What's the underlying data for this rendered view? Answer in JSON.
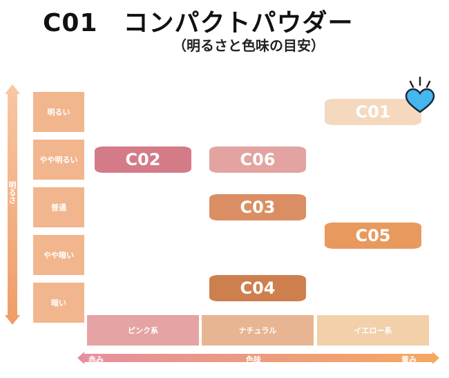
{
  "header": {
    "title": "C01　コンパクトパウダー",
    "subtitle": "（明るさと色味の目安）"
  },
  "chart_data": {
    "type": "table",
    "y_axis_label": "明るさ",
    "brightness_levels": [
      "明るい",
      "やや明るい",
      "普通",
      "やや暗い",
      "暗い"
    ],
    "color_tones": [
      "ピンク系",
      "ナチュラル",
      "イエロー系"
    ],
    "x_axis": {
      "left": "赤み",
      "center": "色味",
      "right": "黄み"
    },
    "products": [
      {
        "code": "C01",
        "brightness": 1.0,
        "tone": "イエロー系",
        "color": "#f4d9bf",
        "highlighted": true
      },
      {
        "code": "C02",
        "brightness": 2.0,
        "tone": "ピンク系",
        "color": "#d37b86"
      },
      {
        "code": "C06",
        "brightness": 2.0,
        "tone": "ナチュラル",
        "color": "#e3a3a0"
      },
      {
        "code": "C03",
        "brightness": 3.0,
        "tone": "ナチュラル",
        "color": "#db8e63"
      },
      {
        "code": "C05",
        "brightness": 3.6,
        "tone": "イエロー系",
        "color": "#e8995e"
      },
      {
        "code": "C04",
        "brightness": 4.7,
        "tone": "ナチュラル",
        "color": "#cd7f4e"
      }
    ]
  },
  "colors": {
    "row_cell": "#f1b68e",
    "pink_tone": "#e5a3a3",
    "natural_tone": "#e8b592",
    "yellow_tone": "#f1d0aa",
    "arrow_start": "#e58fa0",
    "arrow_end": "#f5a85f"
  }
}
